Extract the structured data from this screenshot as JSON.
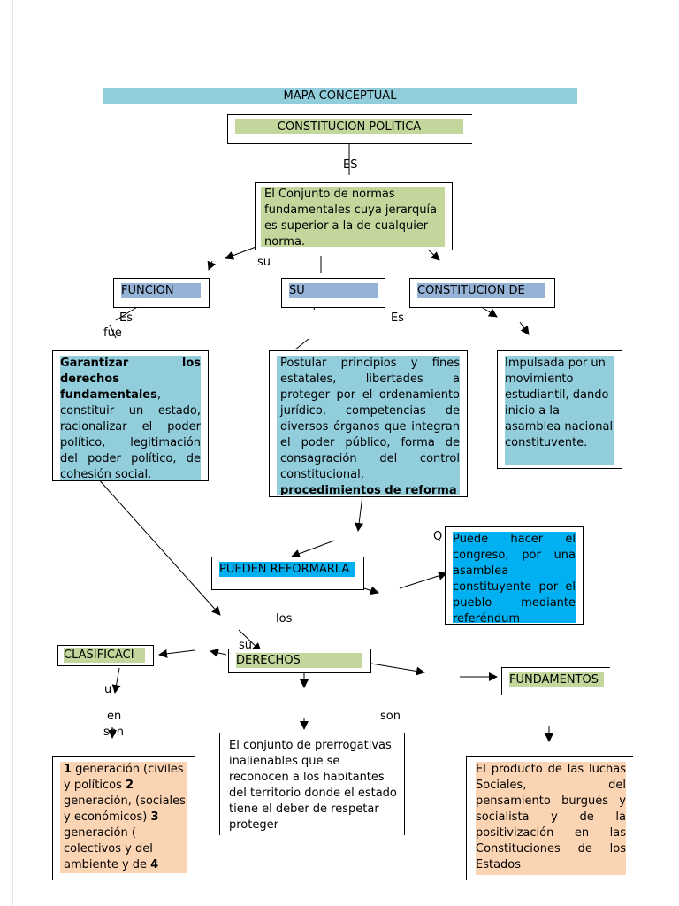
{
  "title": "MAPA CONCEPTUAL",
  "nodes": {
    "constitucion": "CONSTITUCION POLITICA",
    "definicion": "El Conjunto de normas fundamentales cuya jerarquía es superior a la de cualquier norma.",
    "funcion": "FUNCION",
    "su_contenido": "SU",
    "constitucion_de": "CONSTITUCION DE",
    "funcion_bold": "Garantizar los derechos fundamentales",
    "funcion_rest": ", constituir un estado, racionalizar el poder político, legitimación del poder político, de cohesión social.",
    "contenido_text": "Postular principios y fines estatales, libertades a proteger por el ordenamiento jurídico, competencias de diversos órganos que integran el poder público, forma de consagración del control constitucional,",
    "contenido_bold": "procedimientos de reforma",
    "constitucion_de_text": "Impulsada por un movimiento estudiantil, dando inicio a la asamblea nacional constituvente.",
    "pueden_reformarla": "PUEDEN REFORMARLA",
    "reforma_text": "Puede hacer el congreso, por una asamblea constituyente por el pueblo mediante referéndum",
    "clasificacion": "CLASIFICACI",
    "derechos": "DERECHOS",
    "fundamentos": "FUNDAMENTOS",
    "derechos_text": "El conjunto de prerrogativas inalienables que se reconocen a los habitantes del territorio donde el estado tiene el deber de respetar proteger",
    "clasif_n1": "1",
    "clasif_t1": " generación (civiles  y políticos ",
    "clasif_n2": "2",
    "clasif_t2": " generación, (sociales y económicos) ",
    "clasif_n3": "3",
    "clasif_t3": " generación ( colectivos y del ambiente y de ",
    "clasif_n4": "4",
    "fundamentos_text": "El producto de las luchas Sociales, del pensamiento burgués y socialista y de la positivización en las Constituciones de los Estados"
  },
  "connectors": {
    "es_1": "ES",
    "su_1": "su",
    "es_2": "Es",
    "fue": "fue",
    "es_3": "Es",
    "q": "Q",
    "los": "los",
    "su_2": "su",
    "un": "u",
    "en": "en",
    "son_1": "son",
    "son_2": "son"
  }
}
